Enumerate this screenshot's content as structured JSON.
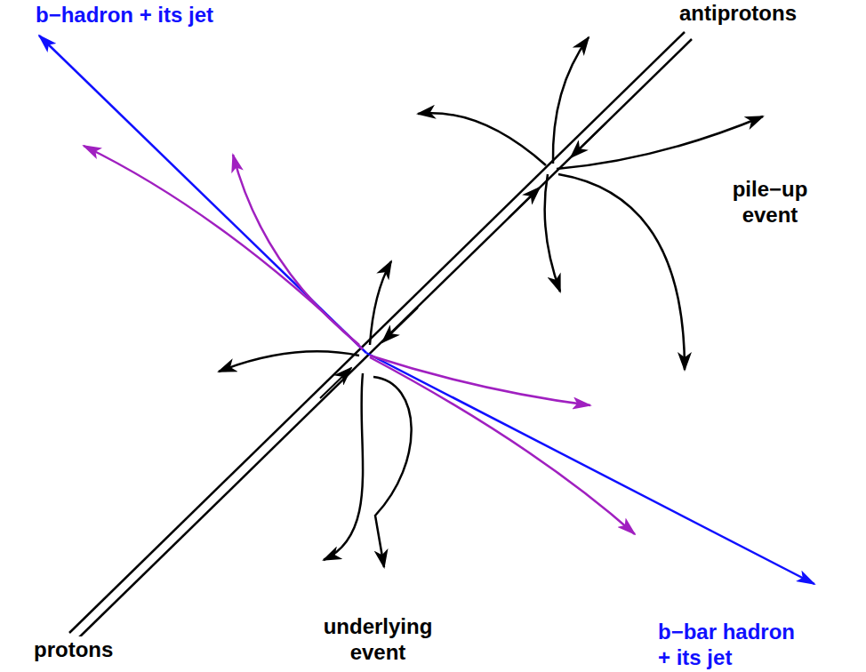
{
  "diagram": {
    "labels": [
      "b−hadron + its jet",
      "antiprotons",
      "pile−up event",
      "b−bar hadron + its jet",
      "underlying event",
      "protons"
    ]
  }
}
